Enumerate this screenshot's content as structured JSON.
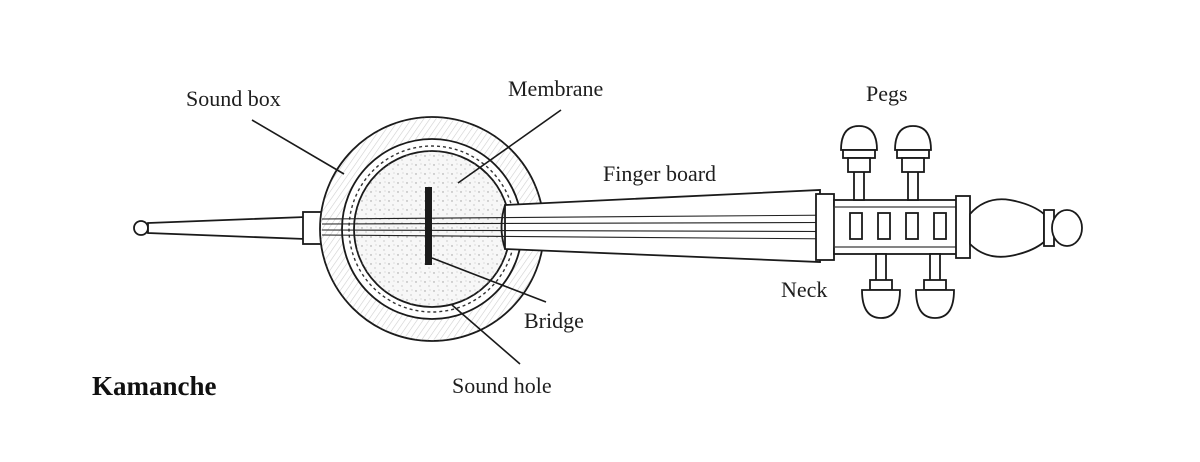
{
  "title": "Kamanche",
  "labels": {
    "sound_box": "Sound box",
    "membrane": "Membrane",
    "pegs": "Pegs",
    "finger_board": "Finger board",
    "neck": "Neck",
    "bridge": "Bridge",
    "sound_hole": "Sound hole"
  },
  "colors": {
    "ink": "#1a1a1a",
    "paper": "#ffffff",
    "shade": "#cfcfcf"
  }
}
